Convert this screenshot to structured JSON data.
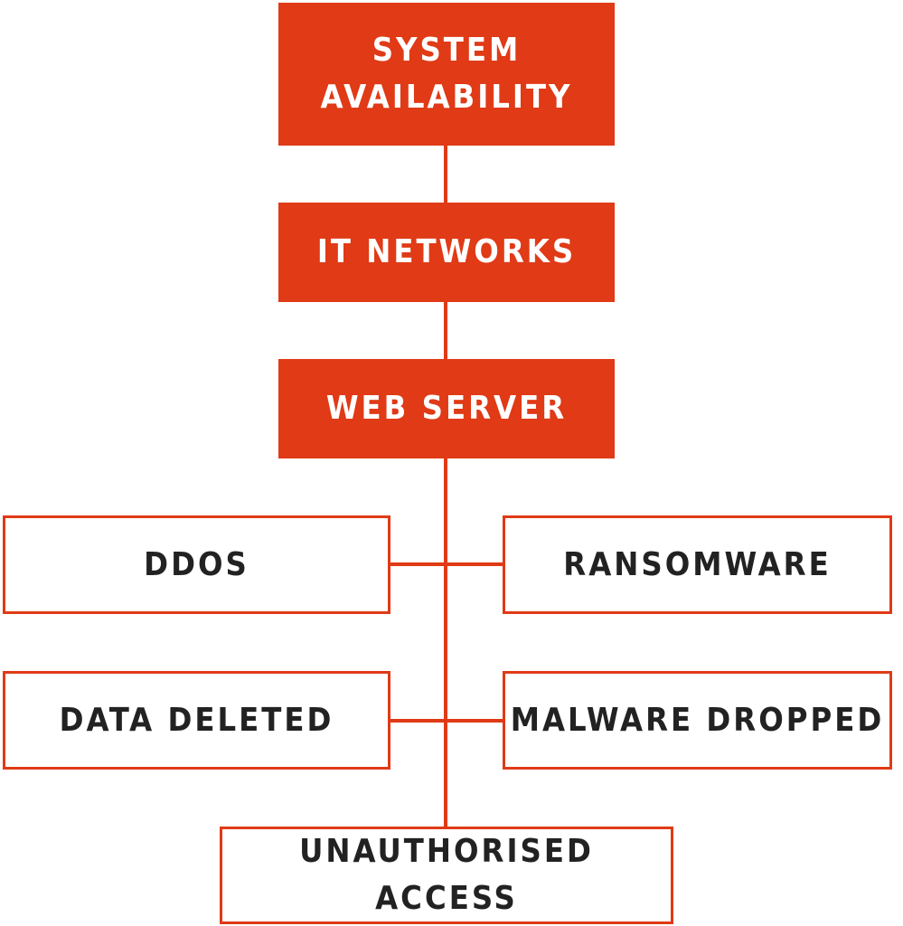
{
  "diagram": {
    "colors": {
      "accent": "#e03a16",
      "text_on_accent": "#ffffff",
      "text_dark": "#222222"
    },
    "nodes": {
      "system_availability": "SYSTEM\nAVAILABILITY",
      "it_networks": "IT NETWORKS",
      "web_server": "WEB SERVER",
      "ddos": "DDOS",
      "ransomware": "RANSOMWARE",
      "data_deleted": "DATA DELETED",
      "malware_dropped": "MALWARE DROPPED",
      "unauthorised_access": "UNAUTHORISED ACCESS"
    }
  }
}
